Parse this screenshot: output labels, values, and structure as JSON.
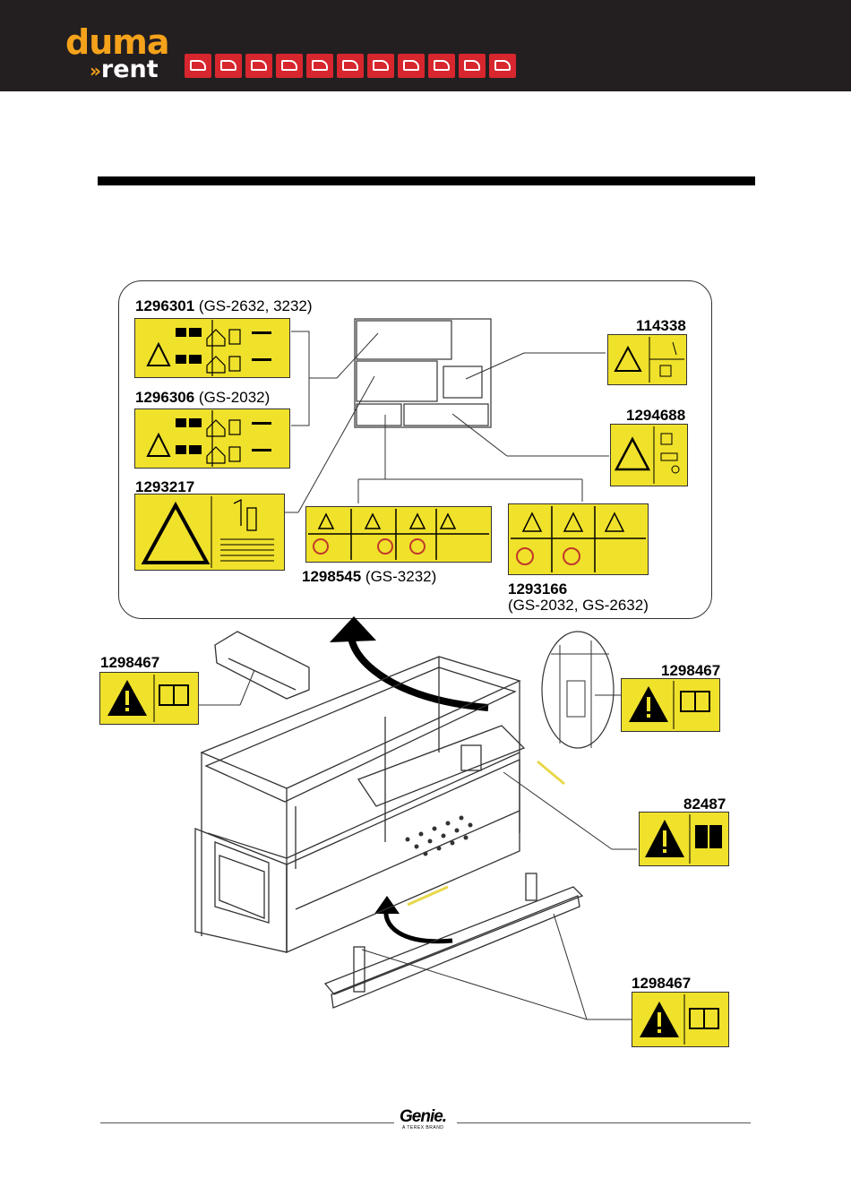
{
  "header": {
    "brand_top": "duma",
    "brand_arrows": "»",
    "brand_bottom": "rent",
    "brand_color": "#f5a21b",
    "icon_strip_color": "#d7262e",
    "icon_strip": [
      "scissor-lift-icon",
      "forklift-icon",
      "mast-lift-icon",
      "excavator-icon",
      "telehandler-icon",
      "loader-icon",
      "boom-lift-icon",
      "crawler-icon",
      "articulated-boom-icon",
      "crane-icon",
      "trailer-boom-icon"
    ]
  },
  "decals": {
    "d1296301": {
      "part": "1296301",
      "models": "(GS-2632, 3232)"
    },
    "d1296306": {
      "part": "1296306",
      "models": "(GS-2032)"
    },
    "d1293217": {
      "part": "1293217"
    },
    "d114338": {
      "part": "114338"
    },
    "d1294688": {
      "part": "1294688"
    },
    "d1298545": {
      "part": "1298545",
      "models": "(GS-3232)"
    },
    "d1293166": {
      "part": "1293166",
      "models": "(GS-2032, GS-2632)"
    },
    "d1298467_a": {
      "part": "1298467"
    },
    "d1298467_b": {
      "part": "1298467"
    },
    "d1298467_c": {
      "part": "1298467"
    },
    "d82487": {
      "part": "82487"
    }
  },
  "decal_color": "#f0e12b",
  "footer": {
    "brand": "Genie.",
    "brand_sub": "A TEREX BRAND"
  }
}
